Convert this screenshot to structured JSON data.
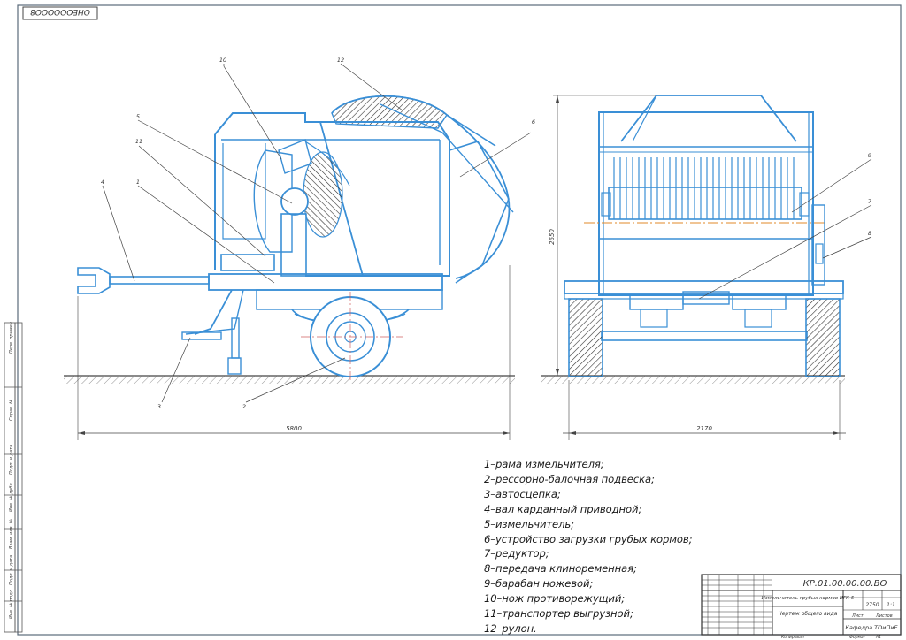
{
  "stamp_top_left": "ОНЕОООООО8",
  "title_block": {
    "designation": "КР.01.00.00.00.ВО",
    "product_name": "Измельчитель грубых кормов ИГК-5",
    "sheet_title": "Чертеж общего вида",
    "mass": "2750",
    "scale": "1:1",
    "sheet_label": "Лист",
    "sheets_label": "Листов",
    "org": "Кафедра ТОиПиЕ",
    "format_label": "Формат",
    "format_value": "А1",
    "copied_label": "Копировал"
  },
  "side_strip": [
    "Перв. примен.",
    "Справ. №",
    "Подп. и дата",
    "Инв. № дубл.",
    "Взам. инв. №",
    "Подп. и дата",
    "Инв. № подл."
  ],
  "dimensions": {
    "overall_length": "5800",
    "overall_width": "2170",
    "overall_height": "2650"
  },
  "callouts": [
    "1",
    "2",
    "3",
    "4",
    "5",
    "6",
    "7",
    "8",
    "9",
    "10",
    "11",
    "12"
  ],
  "legend": [
    "1–рама измельчителя;",
    "2–рессорно-балочная подвеска;",
    "3–автосцепка;",
    "4–вал карданный приводной;",
    "5–измельчитель;",
    "6–устройство загрузки грубых кормов;",
    "7–редуктор;",
    "8–передача клиноременная;",
    "9–барабан ножевой;",
    "10–нож противорежущий;",
    "11–транспортер выгрузной;",
    "12–рулон."
  ],
  "colors": {
    "drawing": "#3a8fd6",
    "frame": "#5a6a7a",
    "ground": "#555555",
    "text": "#1a1a1a"
  }
}
